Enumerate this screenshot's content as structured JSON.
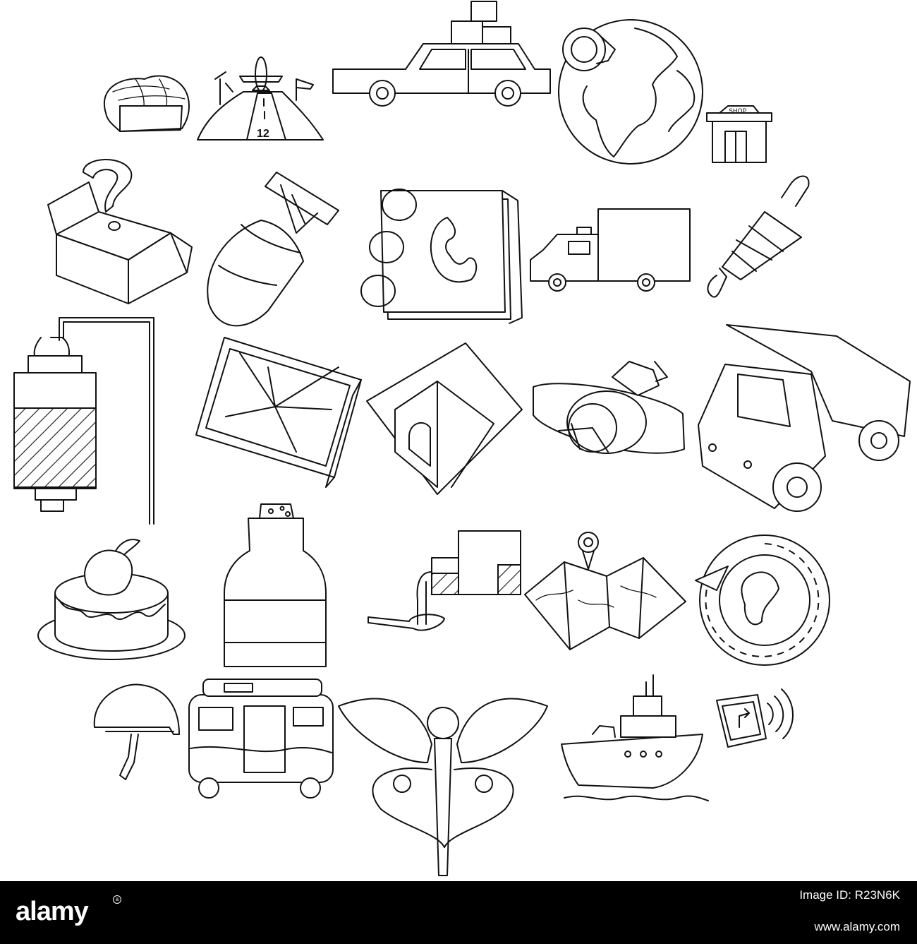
{
  "icons": {
    "runway_number": "12",
    "shop_sign": "SHOP"
  },
  "footer": {
    "wordmark": "alamy",
    "image_id": "Image ID: R23N6K",
    "url": "www.alamy.com"
  },
  "colors": {
    "line": "#111111",
    "background": "#ffffff",
    "footer_bg": "#000000",
    "footer_text": "#ffffff"
  }
}
